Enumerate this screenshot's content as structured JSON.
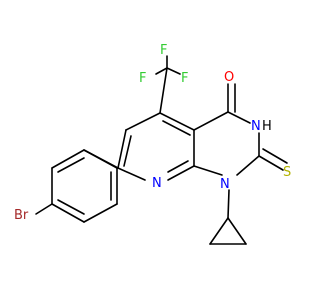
{
  "molecule": {
    "labels": {
      "F1": "F",
      "F2": "F",
      "F3": "F",
      "O": "O",
      "NH": "N",
      "H": "H",
      "S": "S",
      "N_ring": "N",
      "N1": "N",
      "Br": "Br"
    }
  },
  "colors": {
    "bond": "#000000",
    "fluorine": "#33cc33",
    "oxygen": "#ff0000",
    "nitrogen": "#0000ff",
    "sulfur": "#b2b200",
    "bromine": "#a52a2a",
    "hydrogen": "#000000"
  }
}
